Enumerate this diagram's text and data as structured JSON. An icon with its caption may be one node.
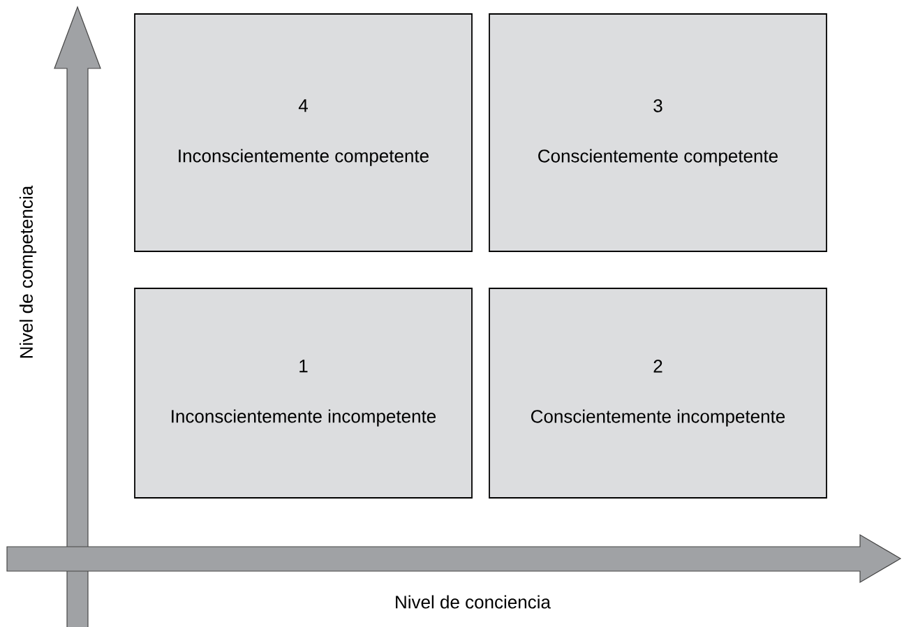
{
  "diagram": {
    "nodes": [
      {
        "text": [
          "4",
          "Inconscientemente competente"
        ]
      },
      {
        "text": [
          "3",
          "Conscientemente competente"
        ]
      },
      {
        "text": [
          "1",
          "Inconscientemente incompetente"
        ]
      },
      {
        "text": [
          "2",
          "Conscientemente incompetente"
        ]
      }
    ],
    "labels": [
      "Nivel de competencia",
      "Nivel de conciencia"
    ]
  }
}
